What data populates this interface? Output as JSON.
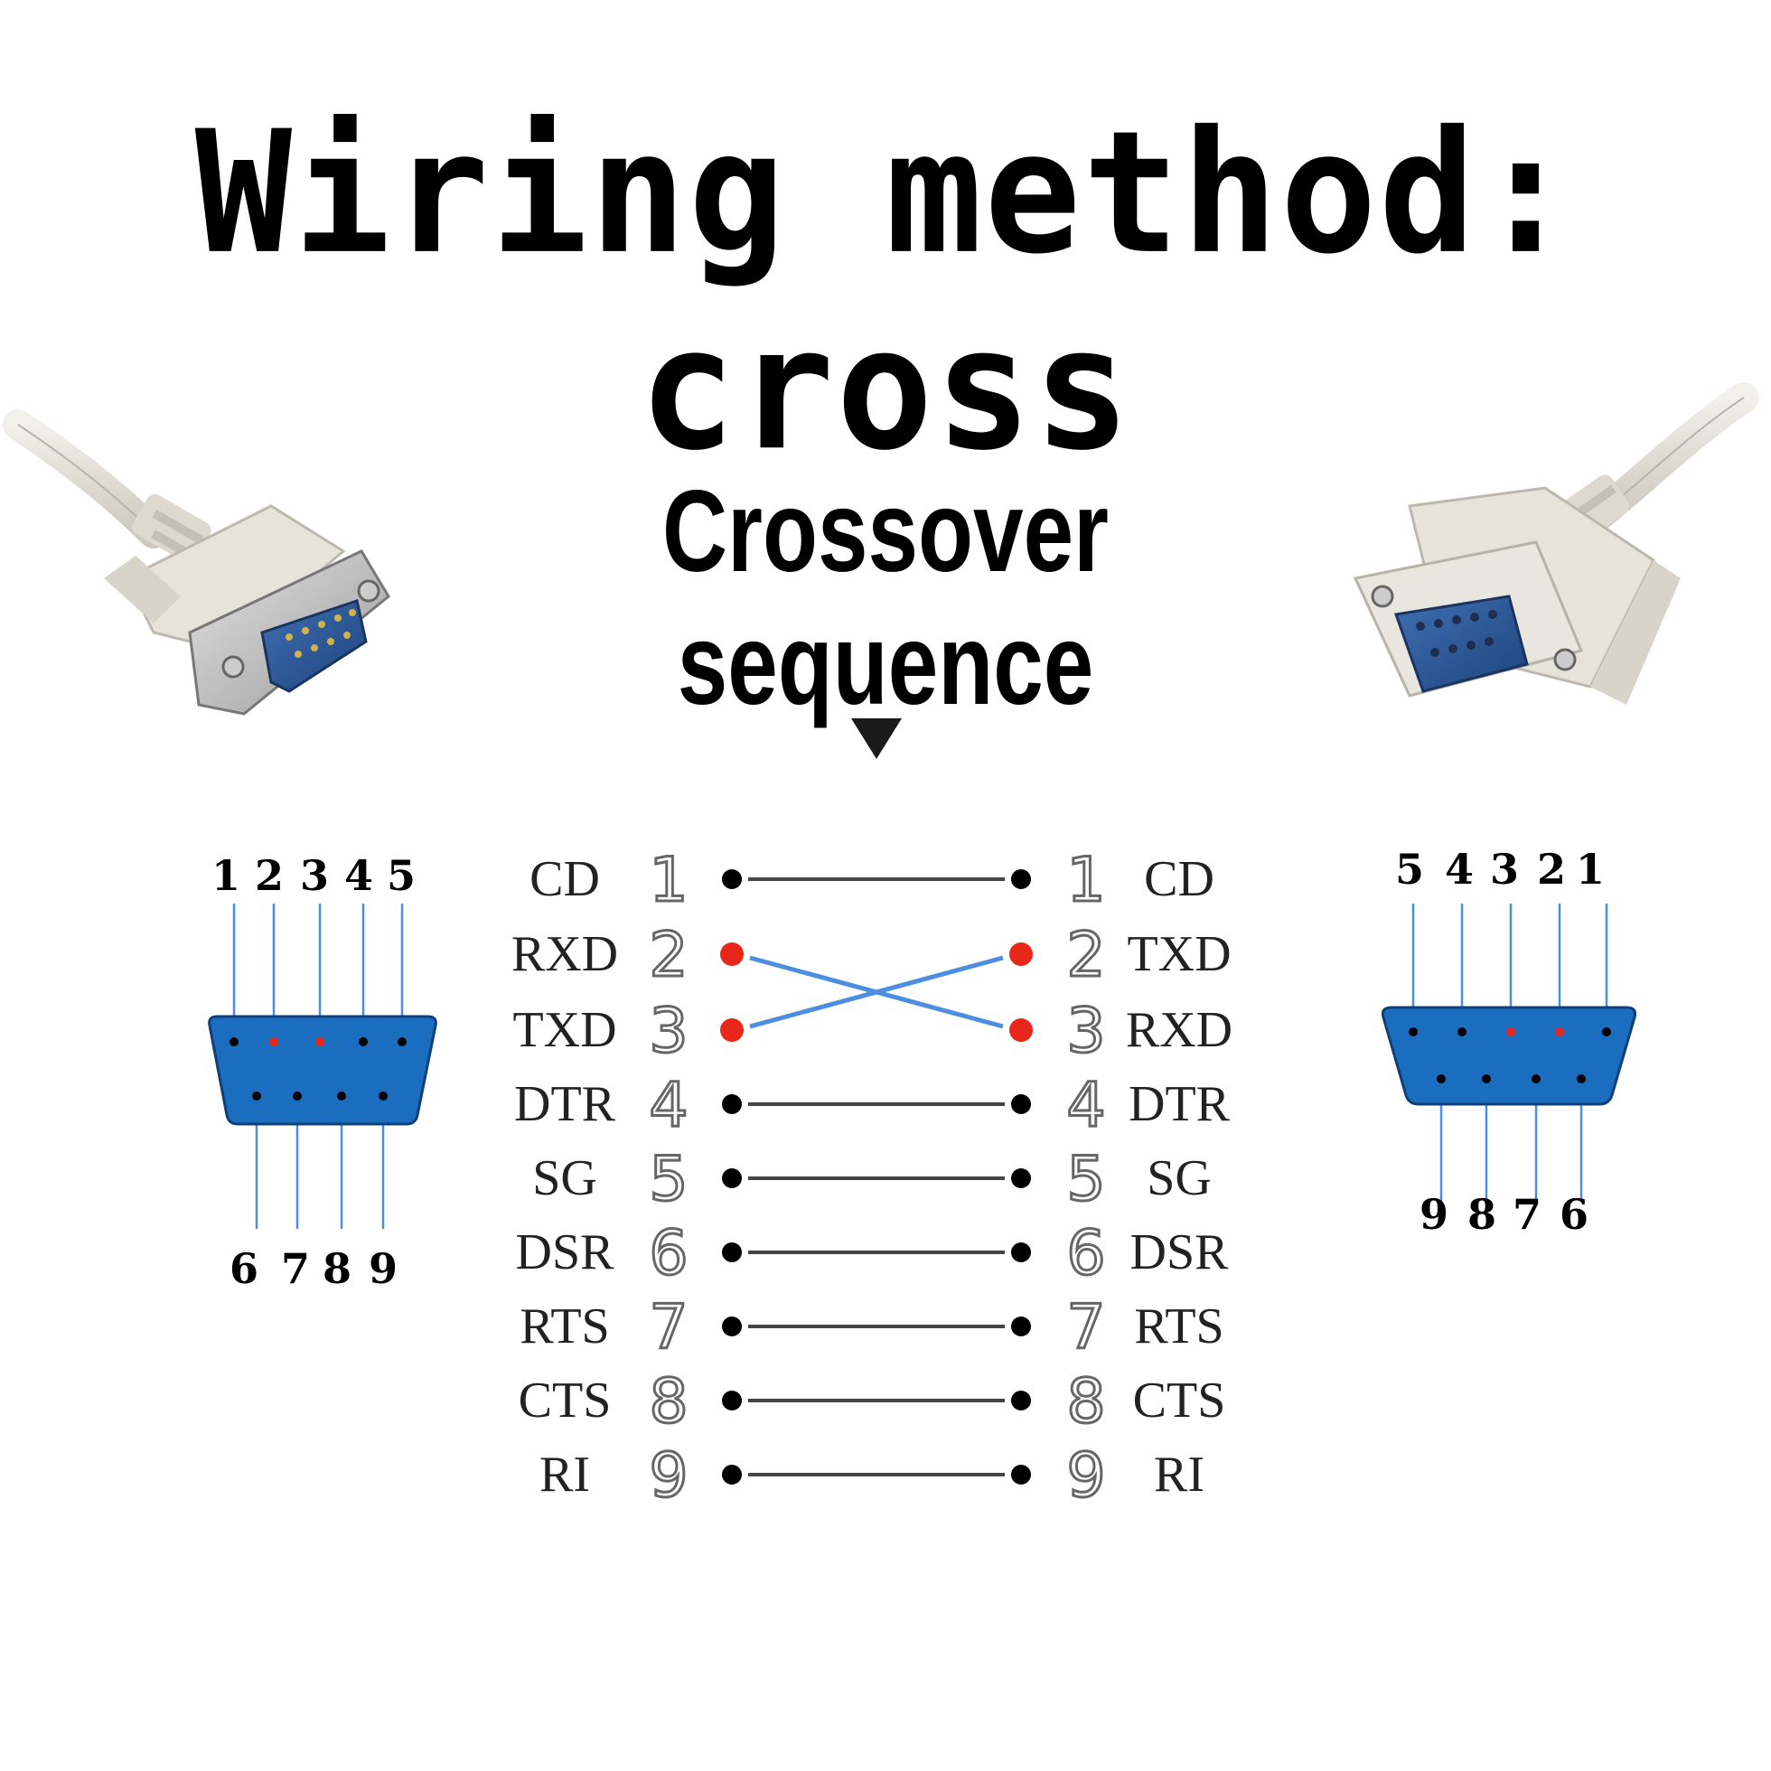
{
  "title": "Wiring method: cross",
  "subtitle": "Crossover sequence",
  "colors": {
    "connector_blue": "#1a6dbf",
    "wire_blue": "#4c8ee0",
    "pin_highlight": "#e8261a",
    "pin_normal": "#000000"
  },
  "male_connector": {
    "top_pins": [
      "1",
      "2",
      "3",
      "4",
      "5"
    ],
    "bottom_pins": [
      "6",
      "7",
      "8",
      "9"
    ],
    "highlighted_pins": [
      "2",
      "3"
    ]
  },
  "female_connector": {
    "top_pins": [
      "5",
      "4",
      "3",
      "2",
      "1"
    ],
    "bottom_pins": [
      "9",
      "8",
      "7",
      "6"
    ],
    "highlighted_pins": [
      "3",
      "2"
    ]
  },
  "rows": [
    {
      "left_signal": "CD",
      "left_pin": "1",
      "right_pin": "1",
      "right_signal": "CD",
      "crossed": false
    },
    {
      "left_signal": "RXD",
      "left_pin": "2",
      "right_pin": "2",
      "right_signal": "TXD",
      "crossed": true
    },
    {
      "left_signal": "TXD",
      "left_pin": "3",
      "right_pin": "3",
      "right_signal": "RXD",
      "crossed": true
    },
    {
      "left_signal": "DTR",
      "left_pin": "4",
      "right_pin": "4",
      "right_signal": "DTR",
      "crossed": false
    },
    {
      "left_signal": "SG",
      "left_pin": "5",
      "right_pin": "5",
      "right_signal": "SG",
      "crossed": false
    },
    {
      "left_signal": "DSR",
      "left_pin": "6",
      "right_pin": "6",
      "right_signal": "DSR",
      "crossed": false
    },
    {
      "left_signal": "RTS",
      "left_pin": "7",
      "right_pin": "7",
      "right_signal": "RTS",
      "crossed": false
    },
    {
      "left_signal": "CTS",
      "left_pin": "8",
      "right_pin": "8",
      "right_signal": "CTS",
      "crossed": false
    },
    {
      "left_signal": "RI",
      "left_pin": "9",
      "right_pin": "9",
      "right_signal": "RI",
      "crossed": false
    }
  ]
}
